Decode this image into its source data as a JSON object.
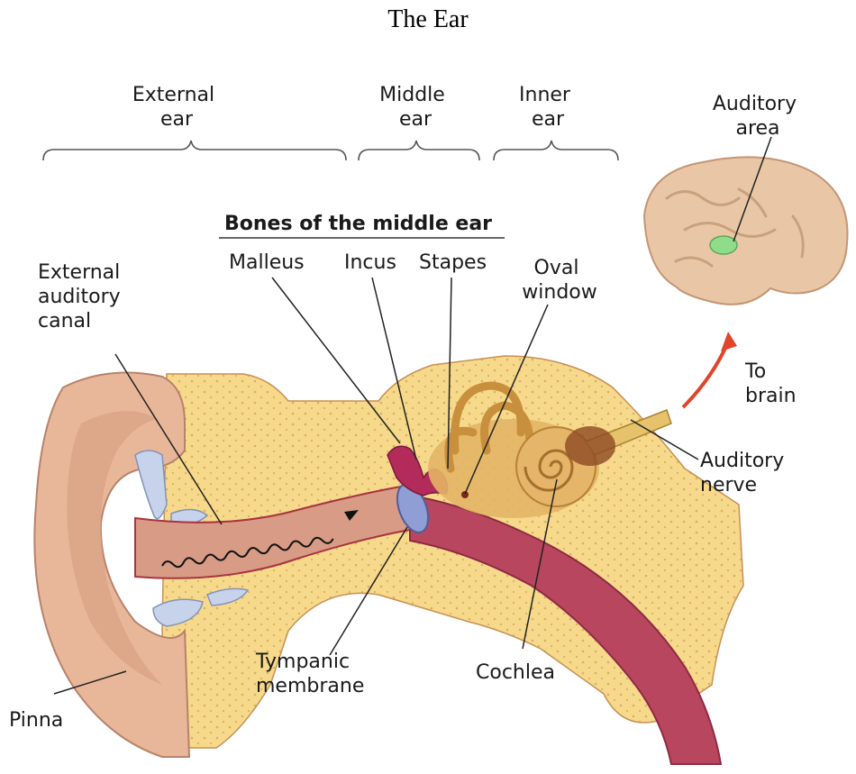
{
  "title": "The Ear",
  "regions": {
    "external": [
      "External",
      "ear"
    ],
    "middle": [
      "Middle",
      "ear"
    ],
    "inner": [
      "Inner",
      "ear"
    ]
  },
  "bones_heading": "Bones of the middle ear",
  "labels": {
    "malleus": "Malleus",
    "incus": "Incus",
    "stapes": "Stapes",
    "oval_window": [
      "Oval",
      "window"
    ],
    "external_canal": [
      "External",
      "auditory",
      "canal"
    ],
    "auditory_area": [
      "Auditory",
      "area"
    ],
    "to_brain": [
      "To",
      "brain"
    ],
    "auditory_nerve": [
      "Auditory",
      "nerve"
    ],
    "tympanic": [
      "Tympanic",
      "membrane"
    ],
    "cochlea": "Cochlea",
    "pinna": "Pinna"
  },
  "colors": {
    "bone": "#f6d98a",
    "bone_dots": "#d9b067",
    "skin": "#e8b79a",
    "canal": "#d79b86",
    "tube": "#b8465e",
    "ossicles": "#b22b5a",
    "membrane": "#8f9fd6",
    "cartilage": "#c7d3ea",
    "brain": "#e9c7a6",
    "auditory_area": "#8fdc8a",
    "arrow": "#e0442a",
    "nerve": "#e7c26d"
  }
}
